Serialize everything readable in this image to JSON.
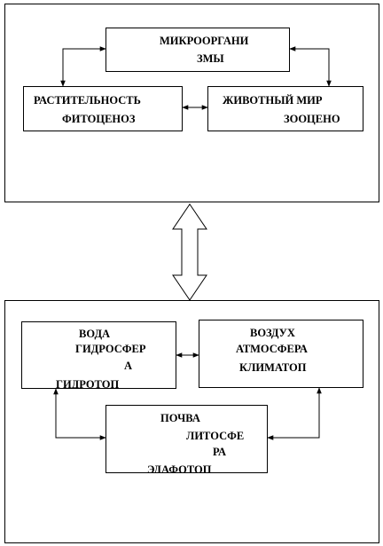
{
  "diagram": {
    "biocenosis": {
      "microorganisms": [
        "МИКРООРГАНИ",
        "ЗМЫ"
      ],
      "vegetation": [
        "РАСТИТЕЛЬНОСТЬ",
        "ФИТОЦЕНОЗ"
      ],
      "animals": [
        "ЖИВОТНЫЙ МИР",
        "ЗООЦЕНО"
      ]
    },
    "ecotope": {
      "water": [
        "ВОДА",
        "ГИДРОСФЕР",
        "А",
        "ГИДРОТОП"
      ],
      "air": [
        "ВОЗДУХ",
        "АТМОСФЕРА",
        "КЛИМАТОП"
      ],
      "soil": [
        "ПОЧВА",
        "ЛИТОСФЕ",
        "РА",
        "ЭДАФОТОП"
      ]
    }
  }
}
